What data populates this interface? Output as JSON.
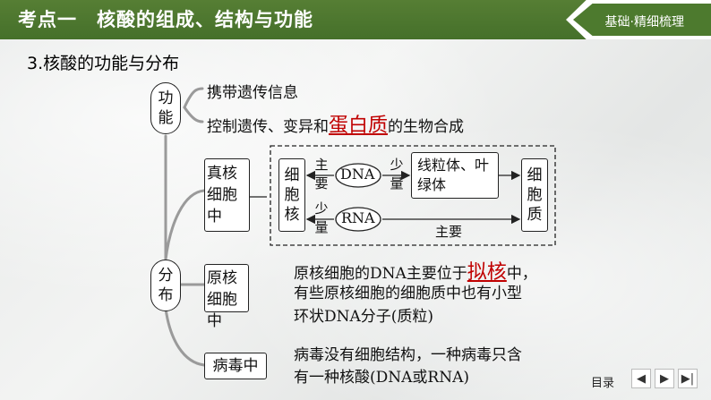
{
  "header": {
    "title": "考点一　核酸的组成、结构与功能",
    "tag": "基础·精细梳理"
  },
  "section_heading": "3.核酸的功能与分布",
  "function": {
    "label": [
      "功",
      "能"
    ],
    "items": [
      "携带遗传信息"
    ],
    "item2_before": "控制遗传、变异和",
    "item2_highlight": "蛋白质",
    "item2_after": "的生物合成"
  },
  "distribution": {
    "label": [
      "分",
      "布"
    ],
    "eukaryote": {
      "label": "真核细胞中",
      "nucleus_label": [
        "细",
        "胞",
        "核"
      ],
      "cytoplasm_label": [
        "细",
        "胞",
        "质"
      ],
      "dna": "DNA",
      "rna": "RNA",
      "mainly": [
        "主",
        "要"
      ],
      "little": [
        "少",
        "量"
      ],
      "little2": [
        "少",
        "量"
      ],
      "mainly2": [
        "主",
        "要"
      ],
      "organelle": "线粒体、叶绿体",
      "rna_main": "主要"
    },
    "prokaryote": {
      "label": "原核细胞中",
      "desc_before": "原核细胞的DNA主要位于",
      "desc_highlight": "拟核",
      "desc_mid": "中，",
      "desc_line2": "有些原核细胞的细胞质中也有小型",
      "desc_line3": "环状DNA分子(质粒)"
    },
    "virus": {
      "label": "病毒中",
      "desc_line1": "病毒没有细胞结构，一种病毒只含",
      "desc_line2": "有一种核酸(DNA或RNA)"
    }
  },
  "nav": {
    "label": "目录",
    "icons": [
      "prev-icon",
      "next-icon",
      "last-icon"
    ],
    "glyphs": [
      "◀",
      "▶",
      "▶|"
    ]
  }
}
